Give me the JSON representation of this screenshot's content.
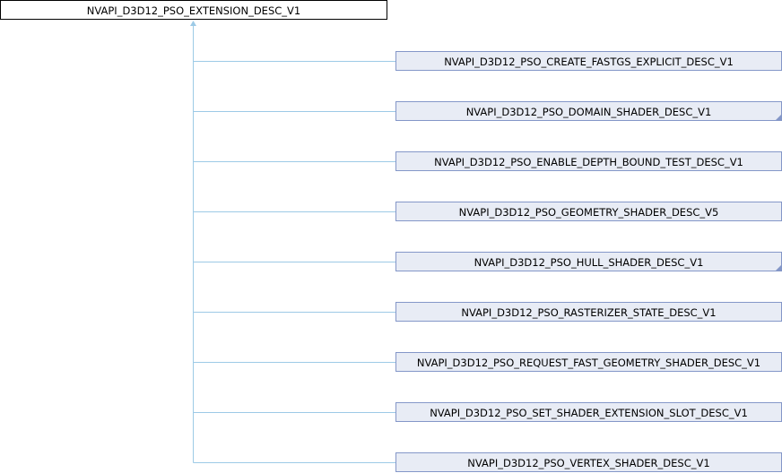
{
  "base_class": "NVAPI_D3D12_PSO_EXTENSION_DESC_V1",
  "derived": [
    {
      "label": "NVAPI_D3D12_PSO_CREATE_FASTGS_EXPLICIT_DESC_V1",
      "has_more": false
    },
    {
      "label": "NVAPI_D3D12_PSO_DOMAIN_SHADER_DESC_V1",
      "has_more": true
    },
    {
      "label": "NVAPI_D3D12_PSO_ENABLE_DEPTH_BOUND_TEST_DESC_V1",
      "has_more": false
    },
    {
      "label": "NVAPI_D3D12_PSO_GEOMETRY_SHADER_DESC_V5",
      "has_more": false
    },
    {
      "label": "NVAPI_D3D12_PSO_HULL_SHADER_DESC_V1",
      "has_more": true
    },
    {
      "label": "NVAPI_D3D12_PSO_RASTERIZER_STATE_DESC_V1",
      "has_more": false
    },
    {
      "label": "NVAPI_D3D12_PSO_REQUEST_FAST_GEOMETRY_SHADER_DESC_V1",
      "has_more": false
    },
    {
      "label": "NVAPI_D3D12_PSO_SET_SHADER_EXTENSION_SLOT_DESC_V1",
      "has_more": false
    },
    {
      "label": "NVAPI_D3D12_PSO_VERTEX_SHADER_DESC_V1",
      "has_more": false
    }
  ],
  "colors": {
    "edge": "#9dcae6",
    "node_fill": "#e8ecf5",
    "node_border": "#8497c8"
  }
}
